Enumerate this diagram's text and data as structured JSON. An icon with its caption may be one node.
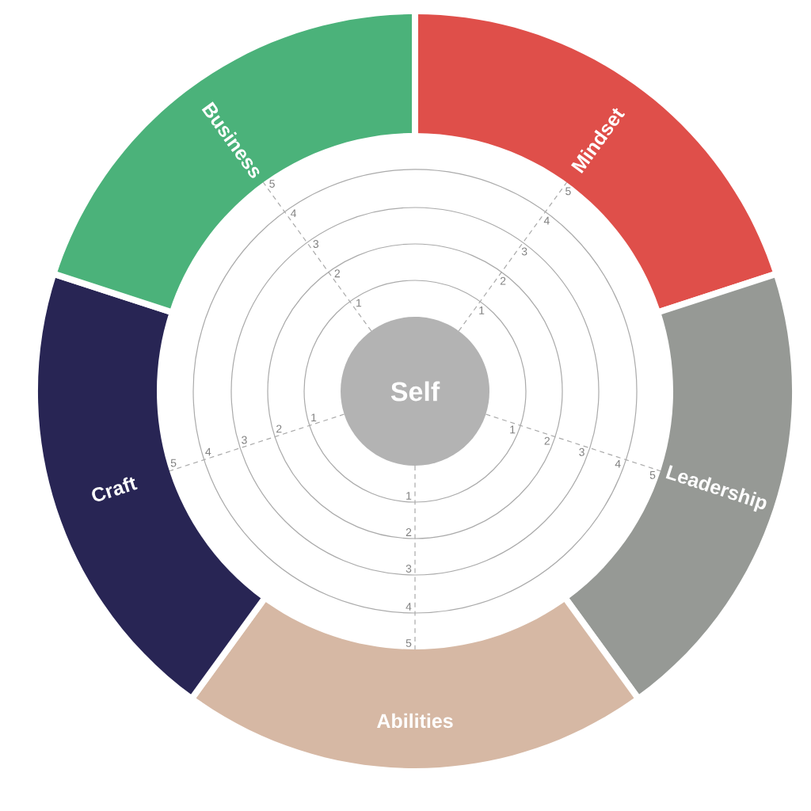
{
  "diagram": {
    "nodes": [
      {
        "text": [
          "Self"
        ]
      },
      {
        "text": [
          "Mindset"
        ]
      },
      {
        "text": [
          "Leadership"
        ]
      },
      {
        "text": [
          "Abilities"
        ]
      },
      {
        "text": [
          "Craft"
        ]
      },
      {
        "text": [
          "Business"
        ]
      }
    ],
    "labels": [
      "1",
      "2",
      "3",
      "4",
      "5",
      "1",
      "2",
      "3",
      "4",
      "5",
      "1",
      "2",
      "3",
      "4",
      "5",
      "1",
      "2",
      "3",
      "4",
      "5",
      "1",
      "2",
      "3",
      "4",
      "5"
    ]
  }
}
